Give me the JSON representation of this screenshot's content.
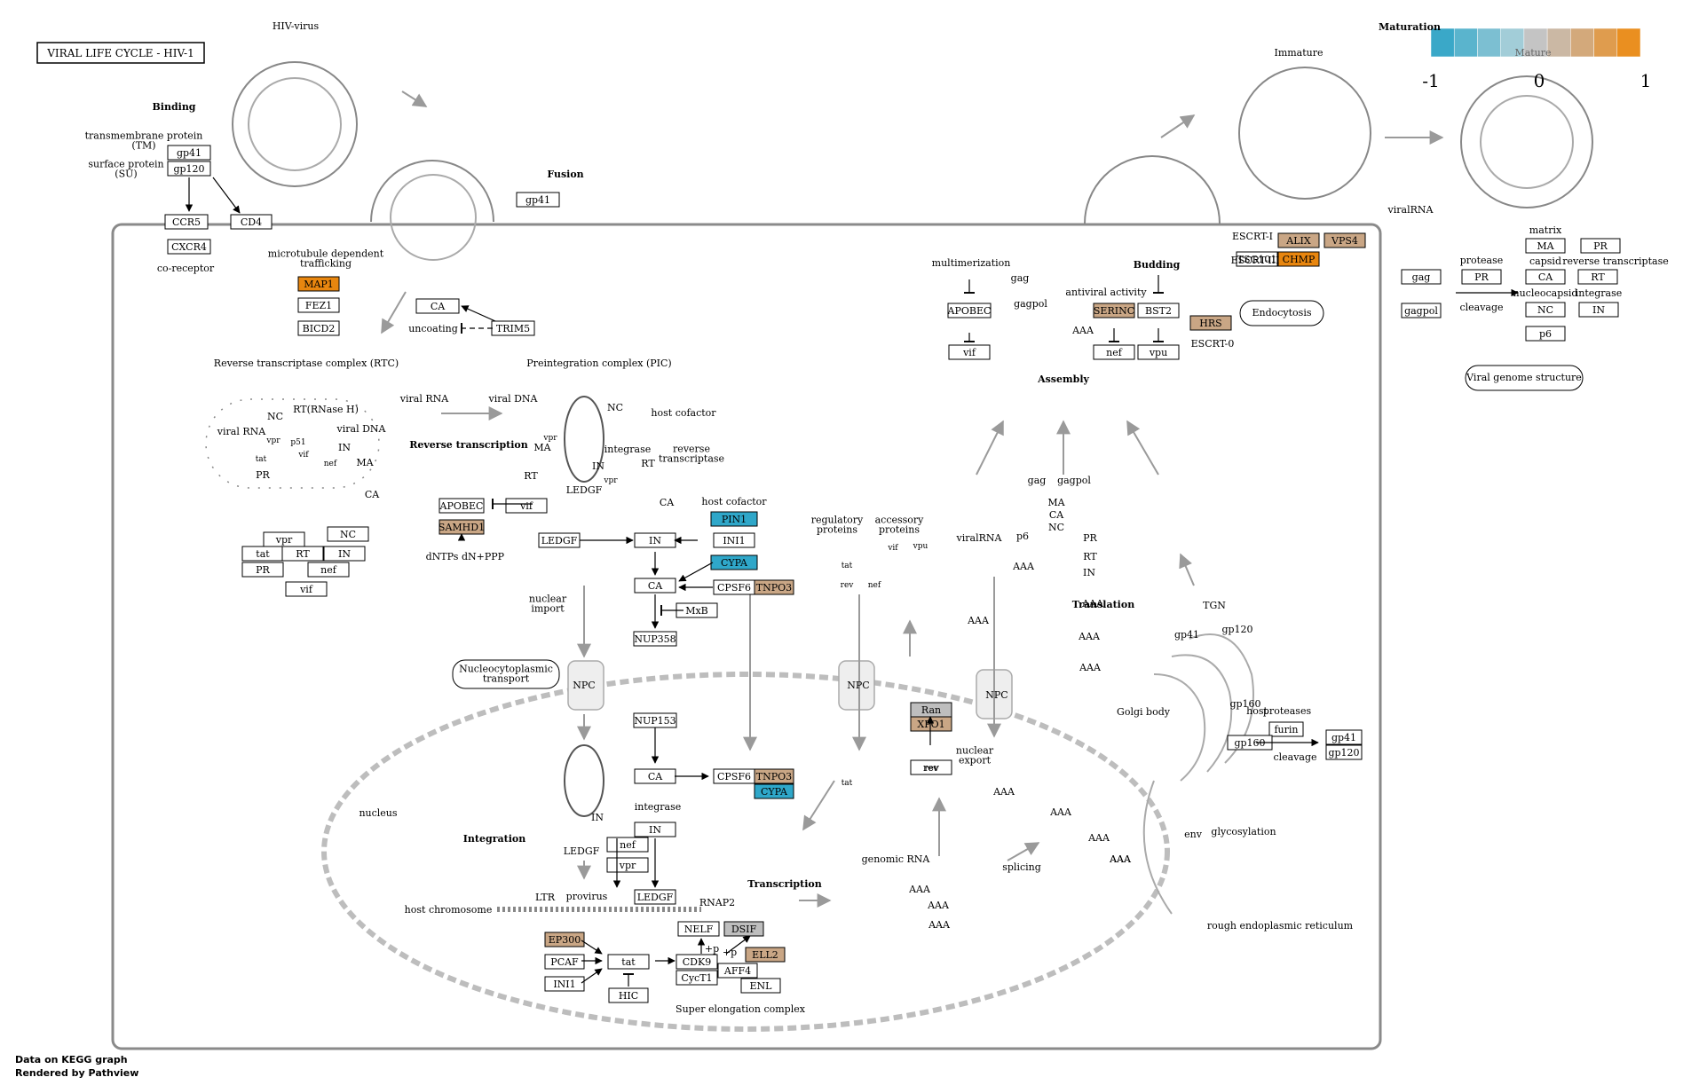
{
  "title": "VIRAL LIFE CYCLE - HIV-1",
  "footer": {
    "line1": "Data on KEGG graph",
    "line2": "Rendered by Pathview"
  },
  "colorkey": {
    "title": "Maturation",
    "overlay": "Mature",
    "min": "-1",
    "mid": "0",
    "max": "1",
    "colors": [
      "#3aa8c8",
      "#5ab4cd",
      "#7cbfd2",
      "#a2cdd8",
      "#c4c4c4",
      "#cbb8a4",
      "#d3a97b",
      "#df9c4e",
      "#ea8f20"
    ]
  },
  "colors": {
    "orange": "#E8860F",
    "tan": "#C9A685",
    "cyan": "#2FA7C9",
    "grey": "#BEBEBE",
    "white": "#FFFFFF"
  },
  "genes": [
    {
      "label": "gp41",
      "color": "white"
    },
    {
      "label": "gp120",
      "color": "white"
    },
    {
      "label": "CCR5",
      "color": "white"
    },
    {
      "label": "CXCR4",
      "color": "white"
    },
    {
      "label": "CD4",
      "color": "white"
    },
    {
      "label": "gp41",
      "color": "white"
    },
    {
      "label": "MAP1",
      "color": "orange"
    },
    {
      "label": "FEZ1",
      "color": "white"
    },
    {
      "label": "BICD2",
      "color": "white"
    },
    {
      "label": "CA",
      "color": "white"
    },
    {
      "label": "TRIM5",
      "color": "white"
    },
    {
      "label": "vpr",
      "color": "white"
    },
    {
      "label": "NC",
      "color": "white"
    },
    {
      "label": "tat",
      "color": "white"
    },
    {
      "label": "RT",
      "color": "white"
    },
    {
      "label": "IN",
      "color": "white"
    },
    {
      "label": "PR",
      "color": "white"
    },
    {
      "label": "nef",
      "color": "white"
    },
    {
      "label": "vif",
      "color": "white"
    },
    {
      "label": "APOBEC",
      "color": "white"
    },
    {
      "label": "SAMHD1",
      "color": "tan"
    },
    {
      "label": "vif",
      "color": "white"
    },
    {
      "label": "PIN1",
      "color": "cyan"
    },
    {
      "label": "LEDGF",
      "color": "white"
    },
    {
      "label": "IN",
      "color": "white"
    },
    {
      "label": "INI1",
      "color": "white"
    },
    {
      "label": "CYPA",
      "color": "cyan"
    },
    {
      "label": "CA",
      "color": "white"
    },
    {
      "label": "CPSF6",
      "color": "white"
    },
    {
      "label": "TNPO3",
      "color": "tan"
    },
    {
      "label": "MxB",
      "color": "white"
    },
    {
      "label": "NUP358",
      "color": "white"
    },
    {
      "label": "NUP153",
      "color": "white"
    },
    {
      "label": "CA",
      "color": "white"
    },
    {
      "label": "CPSF6",
      "color": "white"
    },
    {
      "label": "TNPO3",
      "color": "tan"
    },
    {
      "label": "CYPA",
      "color": "cyan"
    },
    {
      "label": "IN",
      "color": "white"
    },
    {
      "label": "nef",
      "color": "white"
    },
    {
      "label": "vpr",
      "color": "white"
    },
    {
      "label": "LEDGF",
      "color": "white"
    },
    {
      "label": "NELF",
      "color": "white"
    },
    {
      "label": "DSIF",
      "color": "grey"
    },
    {
      "label": "EP300",
      "color": "tan"
    },
    {
      "label": "ELL2",
      "color": "tan"
    },
    {
      "label": "PCAF",
      "color": "white"
    },
    {
      "label": "tat",
      "color": "white"
    },
    {
      "label": "CDK9",
      "color": "white"
    },
    {
      "label": "AFF4",
      "color": "white"
    },
    {
      "label": "INI1",
      "color": "white"
    },
    {
      "label": "CycT1",
      "color": "white"
    },
    {
      "label": "ENL",
      "color": "white"
    },
    {
      "label": "HIC",
      "color": "white"
    },
    {
      "label": "Ran",
      "color": "grey"
    },
    {
      "label": "XPO1",
      "color": "tan"
    },
    {
      "label": "rev",
      "color": "white"
    },
    {
      "label": "APOBEC",
      "color": "white"
    },
    {
      "label": "vif",
      "color": "white"
    },
    {
      "label": "SERINC",
      "color": "tan"
    },
    {
      "label": "BST2",
      "color": "white"
    },
    {
      "label": "nef",
      "color": "white"
    },
    {
      "label": "vpu",
      "color": "white"
    },
    {
      "label": "ALIX",
      "color": "tan"
    },
    {
      "label": "VPS4",
      "color": "tan"
    },
    {
      "label": "TSG101",
      "color": "white"
    },
    {
      "label": "CHMP",
      "color": "orange"
    },
    {
      "label": "HRS",
      "color": "tan"
    },
    {
      "label": "furin",
      "color": "white"
    },
    {
      "label": "gp160",
      "color": "white"
    },
    {
      "label": "gp41",
      "color": "white"
    },
    {
      "label": "gp120",
      "color": "white"
    },
    {
      "label": "gag",
      "color": "white"
    },
    {
      "label": "gagpol",
      "color": "white"
    },
    {
      "label": "PR",
      "color": "white"
    },
    {
      "label": "MA",
      "color": "white"
    },
    {
      "label": "PR",
      "color": "white"
    },
    {
      "label": "CA",
      "color": "white"
    },
    {
      "label": "RT",
      "color": "white"
    },
    {
      "label": "NC",
      "color": "white"
    },
    {
      "label": "IN",
      "color": "white"
    },
    {
      "label": "p6",
      "color": "white"
    }
  ],
  "rounded_boxes": [
    "Nucleocytoplasmic\ntransport",
    "Endocytosis",
    "Viral genome structure"
  ],
  "labels": [
    "HIV-virus",
    "Binding",
    "transmembrane protein\n(TM)",
    "surface protein\n(SU)",
    "co-receptor",
    "Fusion",
    "microtubule dependent\ntrafficking",
    "uncoating",
    "Reverse transcriptase complex (RTC)",
    "Preintegration complex (PIC)",
    "viral RNA",
    "viral DNA",
    "NC",
    "RT(RNase H)",
    "viral RNA",
    "viral DNA",
    "MA",
    "CA",
    "vpr",
    "p51",
    "tat",
    "PR",
    "vif",
    "nef",
    "IN",
    "Reverse transcription",
    "dNTPs",
    "dN+PPP",
    "NC",
    "host cofactor",
    "MA",
    "vpr",
    "integrase",
    "reverse\ntranscriptase",
    "RT",
    "RT",
    "IN",
    "vpr",
    "LEDGF",
    "CA",
    "host cofactor",
    "nuclear\nimport",
    "NPC",
    "NPC",
    "NPC",
    "nucleus",
    "Integration",
    "integrase",
    "LEDGF",
    "IN",
    "LTR",
    "provirus",
    "host chromosome",
    "RNAP2",
    "+p",
    "+p",
    "Super elongation complex",
    "Transcription",
    "regulatory\nproteins",
    "accessory\nproteins",
    "tat",
    "rev",
    "nef",
    "vif",
    "vpu",
    "viralRNA",
    "AAA",
    "AAA",
    "nuclear\nexport",
    "rev",
    "tat",
    "genomic RNA",
    "AAA",
    "AAA",
    "AAA",
    "AAA",
    "AAA",
    "AAA",
    "AAA",
    "splicing",
    "AAA",
    "AAA",
    "AAA",
    "AAA",
    "Translation",
    "gag",
    "gagpol",
    "MA",
    "CA",
    "NC",
    "p6",
    "PR",
    "RT",
    "IN",
    "multimerization",
    "gag",
    "gagpol",
    "antiviral activity",
    "Budding",
    "AAA",
    "Assembly",
    "ESCRT-I",
    "ESCRT-III",
    "ESCRT-0",
    "Immature",
    "viralRNA",
    "TGN",
    "gp41",
    "gp120",
    "gp160",
    "host",
    "proteases",
    "Golgi body",
    "cleavage",
    "env",
    "glycosylation",
    "rough endoplasmic reticulum",
    "protease",
    "cleavage",
    "matrix",
    "capsid",
    "nucleocapsid",
    "reverse transcriptase",
    "integrase"
  ]
}
